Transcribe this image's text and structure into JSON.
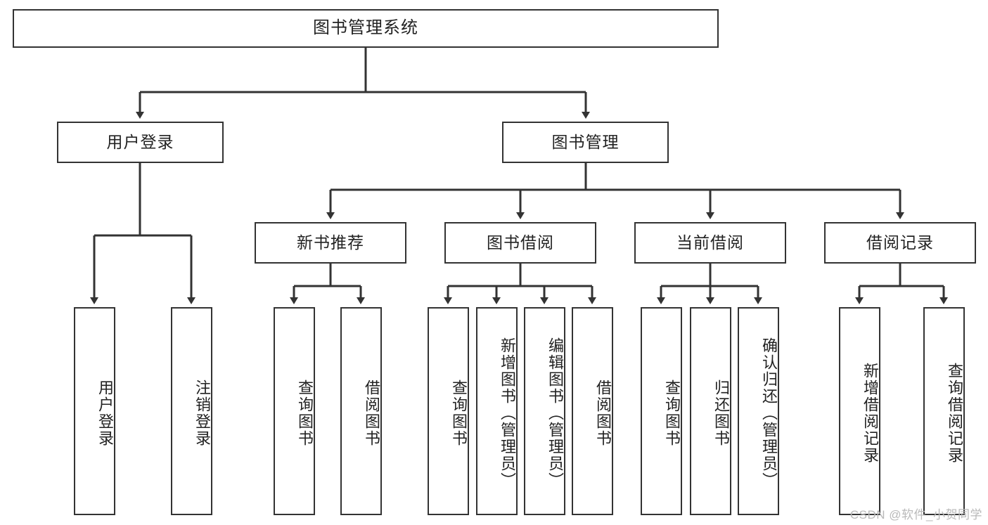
{
  "diagram": {
    "title": "图书管理系统",
    "type": "hierarchy-tree",
    "watermark": "CSDN @软件_小贺同学",
    "colors": {
      "box_border": "#333333",
      "box_fill": "#ffffff",
      "edge": "#333333",
      "text": "#222222",
      "watermark": "#b9b9b9"
    },
    "levels": {
      "root": {
        "label": "图书管理系统"
      },
      "level2": [
        {
          "label": "用户登录"
        },
        {
          "label": "图书管理"
        }
      ],
      "level3": [
        {
          "label": "新书推荐"
        },
        {
          "label": "图书借阅"
        },
        {
          "label": "当前借阅"
        },
        {
          "label": "借阅记录"
        }
      ],
      "leaves": {
        "user_login": [
          {
            "label": "用户登录"
          },
          {
            "label": "注销登录"
          }
        ],
        "new_book_recommend": [
          {
            "label": "查询图书"
          },
          {
            "label": "借阅图书"
          }
        ],
        "book_borrow": [
          {
            "label": "查询图书"
          },
          {
            "label": "新增图书（管理员）"
          },
          {
            "label": "编辑图书（管理员）"
          },
          {
            "label": "借阅图书"
          }
        ],
        "current_borrow": [
          {
            "label": "查询图书"
          },
          {
            "label": "归还图书"
          },
          {
            "label": "确认归还（管理员）"
          }
        ],
        "borrow_records": [
          {
            "label": "新增借阅记录"
          },
          {
            "label": "查询借阅记录"
          }
        ]
      }
    }
  }
}
